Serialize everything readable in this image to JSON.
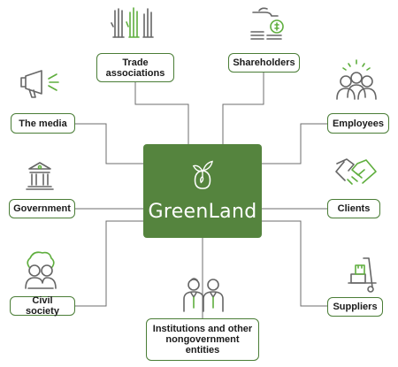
{
  "center": {
    "brand": "GreenLand",
    "logo_icon": "seed-sprout-logo",
    "color": "#55843e"
  },
  "accent": "#5fae3e",
  "line_color": "#6e6e6e",
  "stakeholders": {
    "trade_associations": {
      "label": "Trade\nassociations",
      "icon": "raised-hands-icon"
    },
    "shareholders": {
      "label": "Shareholders",
      "icon": "hand-coins-icon"
    },
    "media": {
      "label": "The media",
      "icon": "megaphone-icon"
    },
    "employees": {
      "label": "Employees",
      "icon": "employees-group-icon"
    },
    "government": {
      "label": "Government",
      "icon": "government-building-icon"
    },
    "clients": {
      "label": "Clients",
      "icon": "handshake-icon"
    },
    "civil_society": {
      "label": "Civil society",
      "icon": "people-group-icon"
    },
    "institutions": {
      "label": "Institutions and other\nnongovernment\nentities",
      "icon": "business-people-icon"
    },
    "suppliers": {
      "label": "Suppliers",
      "icon": "hand-truck-icon"
    }
  }
}
